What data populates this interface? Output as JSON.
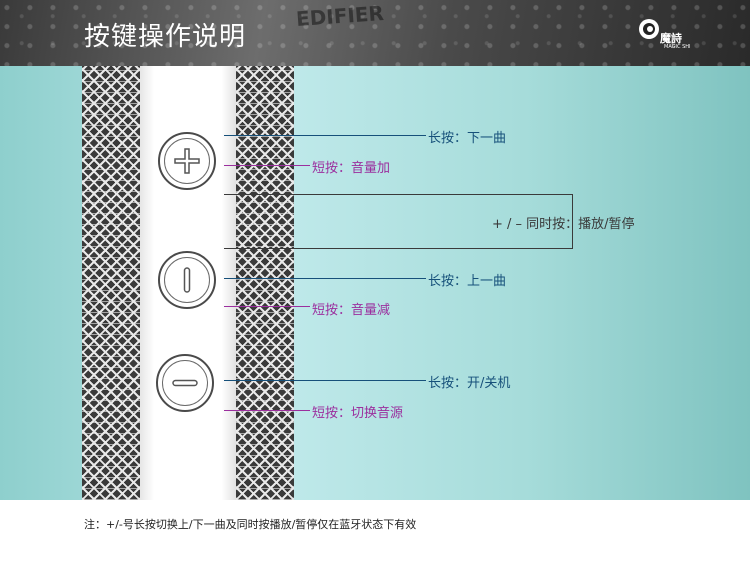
{
  "header": {
    "title": "按键操作说明",
    "brand_mark": "EDIFIER",
    "logo_text": "魔詩",
    "logo_sub": "MAGIC SHI"
  },
  "buttons": [
    {
      "name": "plus",
      "icon": "plus-icon"
    },
    {
      "name": "minus-vertical",
      "icon": "vertical-bar-icon"
    },
    {
      "name": "power",
      "icon": "horizontal-bar-icon"
    }
  ],
  "labels": {
    "plus_long": "长按：下一曲",
    "plus_short": "短按：音量加",
    "both": "+ / – 同时按：播放/暂停",
    "mid_long": "长按：上一曲",
    "mid_short": "短按：音量减",
    "bottom_long": "长按：开/关机",
    "bottom_short": "短按：切换音源"
  },
  "footnote": "注：+/-号长按切换上/下一曲及同时按播放/暂停仅在蓝牙状态下有效",
  "colors": {
    "long_press": "#16507a",
    "short_press": "#9b2f9e",
    "panel": "#bfe9ea"
  }
}
